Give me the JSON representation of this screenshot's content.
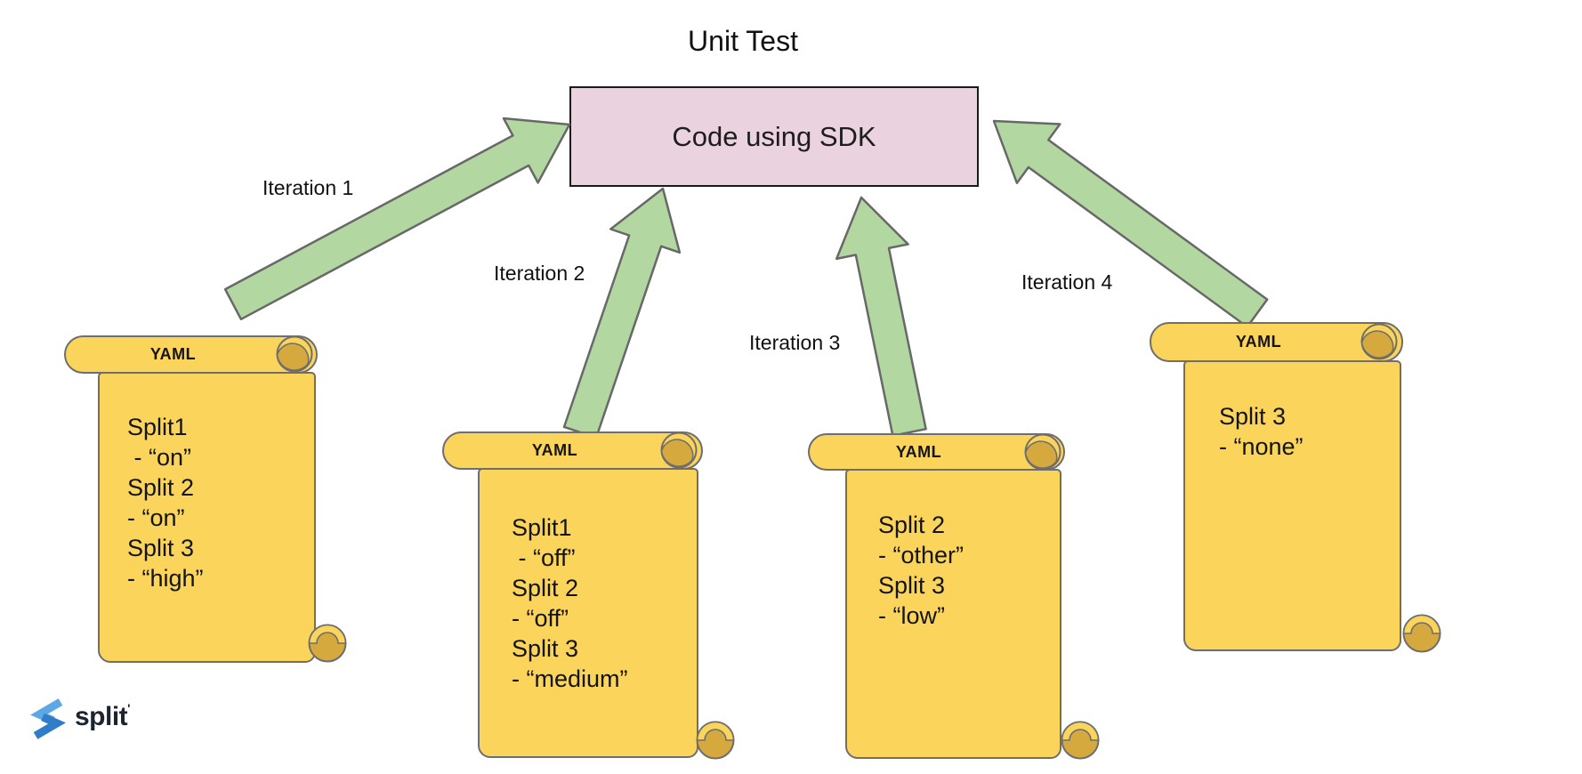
{
  "title": "Unit Test",
  "sdk_box": {
    "label": "Code using SDK"
  },
  "iterations": [
    {
      "label": "Iteration 1"
    },
    {
      "label": "Iteration 2"
    },
    {
      "label": "Iteration 3"
    },
    {
      "label": "Iteration 4"
    }
  ],
  "scrolls": [
    {
      "header": "YAML",
      "lines": [
        "Split1",
        " - “on”",
        "Split 2",
        "- “on”",
        "Split 3",
        "- “high”"
      ]
    },
    {
      "header": "YAML",
      "lines": [
        "Split1",
        " - “off”",
        "Split 2",
        "- “off”",
        "Split 3",
        "- “medium”"
      ]
    },
    {
      "header": "YAML",
      "lines": [
        "Split 2",
        "- “other”",
        "Split 3",
        "- “low”"
      ]
    },
    {
      "header": "YAML",
      "lines": [
        "Split 3",
        "- “none”"
      ]
    }
  ],
  "logo": {
    "text": "split",
    "mark": "'"
  },
  "colors": {
    "scroll_fill": "#fbd45c",
    "scroll_curl": "#d5a93e",
    "scroll_stroke": "#6e6e6e",
    "arrow_fill": "#b2d7a1",
    "arrow_stroke": "#686868",
    "box_fill": "#ead2de",
    "box_stroke": "#1a1a1a",
    "logo_blue_light": "#5ba8e5",
    "logo_blue_dark": "#2f7cc9",
    "text": "#111111"
  }
}
